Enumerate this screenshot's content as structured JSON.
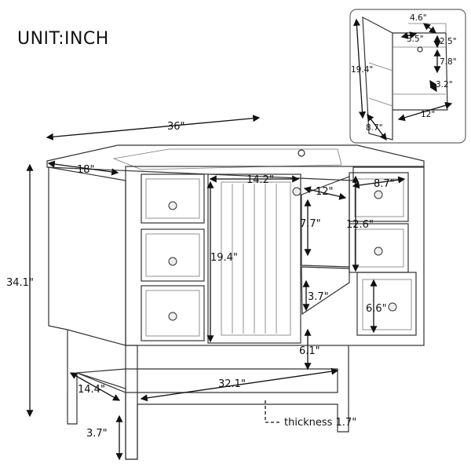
{
  "title": "UNIT:INCH",
  "dimensions": {
    "width": "36\"",
    "depth": "18\"",
    "height": "34.1\"",
    "door_width": "14.2\"",
    "door_height": "19.4\"",
    "drawer_depth": "12\"",
    "drawer_width": "8.7\"",
    "drawer_stack_height": "12.6\"",
    "drawer_inner_height": "7.7\"",
    "bottom_drawer_inner": "3.7\"",
    "bottom_drawer_front": "6.6\"",
    "shelf_clearance": "6.1\"",
    "shelf_width": "32.1\"",
    "shelf_depth": "14.4\"",
    "leg_height": "3.7\"",
    "shelf_thickness": "thickness 1.7\""
  },
  "inset": {
    "compartment_outer": "4.6\"",
    "compartment_inner": "3.5\"",
    "top_tray_height": "2.5\"",
    "middle_height": "7.8\"",
    "bottom_lip": "3.2\"",
    "height": "19.4\"",
    "depth": "12\"",
    "width": "8.7\""
  }
}
